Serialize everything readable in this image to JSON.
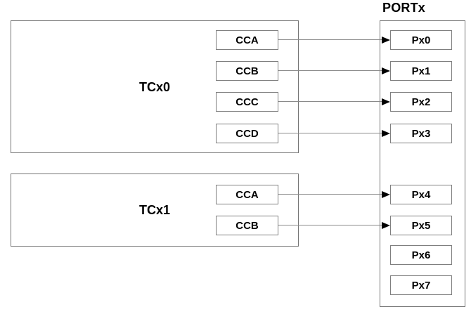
{
  "diagram_title": "PORTx",
  "blocks": [
    {
      "id": "tcx0",
      "label": "TCx0",
      "channels": [
        "CCA",
        "CCB",
        "CCC",
        "CCD"
      ]
    },
    {
      "id": "tcx1",
      "label": "TCx1",
      "channels": [
        "CCA",
        "CCB"
      ]
    }
  ],
  "port": {
    "label": "PORTx",
    "pins": [
      "Px0",
      "Px1",
      "Px2",
      "Px3",
      "Px4",
      "Px5",
      "Px6",
      "Px7"
    ]
  },
  "connections": [
    {
      "from": "TCx0.CCA",
      "to": "Px0"
    },
    {
      "from": "TCx0.CCB",
      "to": "Px1"
    },
    {
      "from": "TCx0.CCC",
      "to": "Px2"
    },
    {
      "from": "TCx0.CCD",
      "to": "Px3"
    },
    {
      "from": "TCx1.CCA",
      "to": "Px4"
    },
    {
      "from": "TCx1.CCB",
      "to": "Px5"
    }
  ],
  "colors": {
    "background": "#ffffff",
    "box_border": "#757575",
    "small_box_border": "#7f7f7f",
    "connector_line": "#8a8a8a",
    "arrowhead": "#000000",
    "text": "#000000"
  }
}
